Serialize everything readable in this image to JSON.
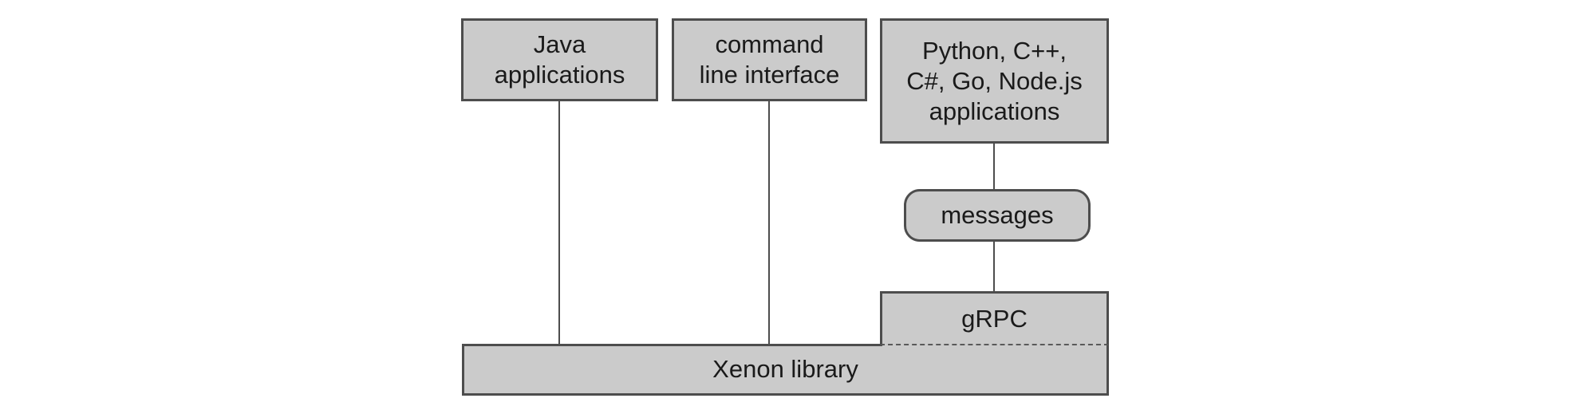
{
  "theme": {
    "page_background": "#ffffff",
    "box_fill": "#cbcbcb",
    "box_border": "#4d4d4d",
    "edge_color": "#4d4d4d",
    "dashed_boundary_color": "#5a5a5a",
    "text_color": "#1a1a1a"
  },
  "diagram": {
    "nodes": {
      "java": {
        "label": "Java\napplications",
        "shape": "rectangle"
      },
      "cli": {
        "label": "command\nline interface",
        "shape": "rectangle"
      },
      "polyglot": {
        "label": "Python, C++,\nC#, Go, Node.js\napplications",
        "shape": "rectangle"
      },
      "messages": {
        "label": "messages",
        "shape": "rounded-rectangle"
      },
      "grpc": {
        "label": "gRPC",
        "shape": "rectangle"
      },
      "xenon": {
        "label": "Xenon library",
        "shape": "rectangle"
      }
    },
    "edges": [
      {
        "from": "java",
        "to": "xenon",
        "style": "solid-line"
      },
      {
        "from": "cli",
        "to": "xenon",
        "style": "solid-line"
      },
      {
        "from": "polyglot",
        "to": "messages",
        "style": "solid-line"
      },
      {
        "from": "messages",
        "to": "grpc",
        "style": "solid-line"
      },
      {
        "from": "grpc",
        "to": "xenon",
        "style": "dashed-shared-boundary"
      }
    ]
  }
}
